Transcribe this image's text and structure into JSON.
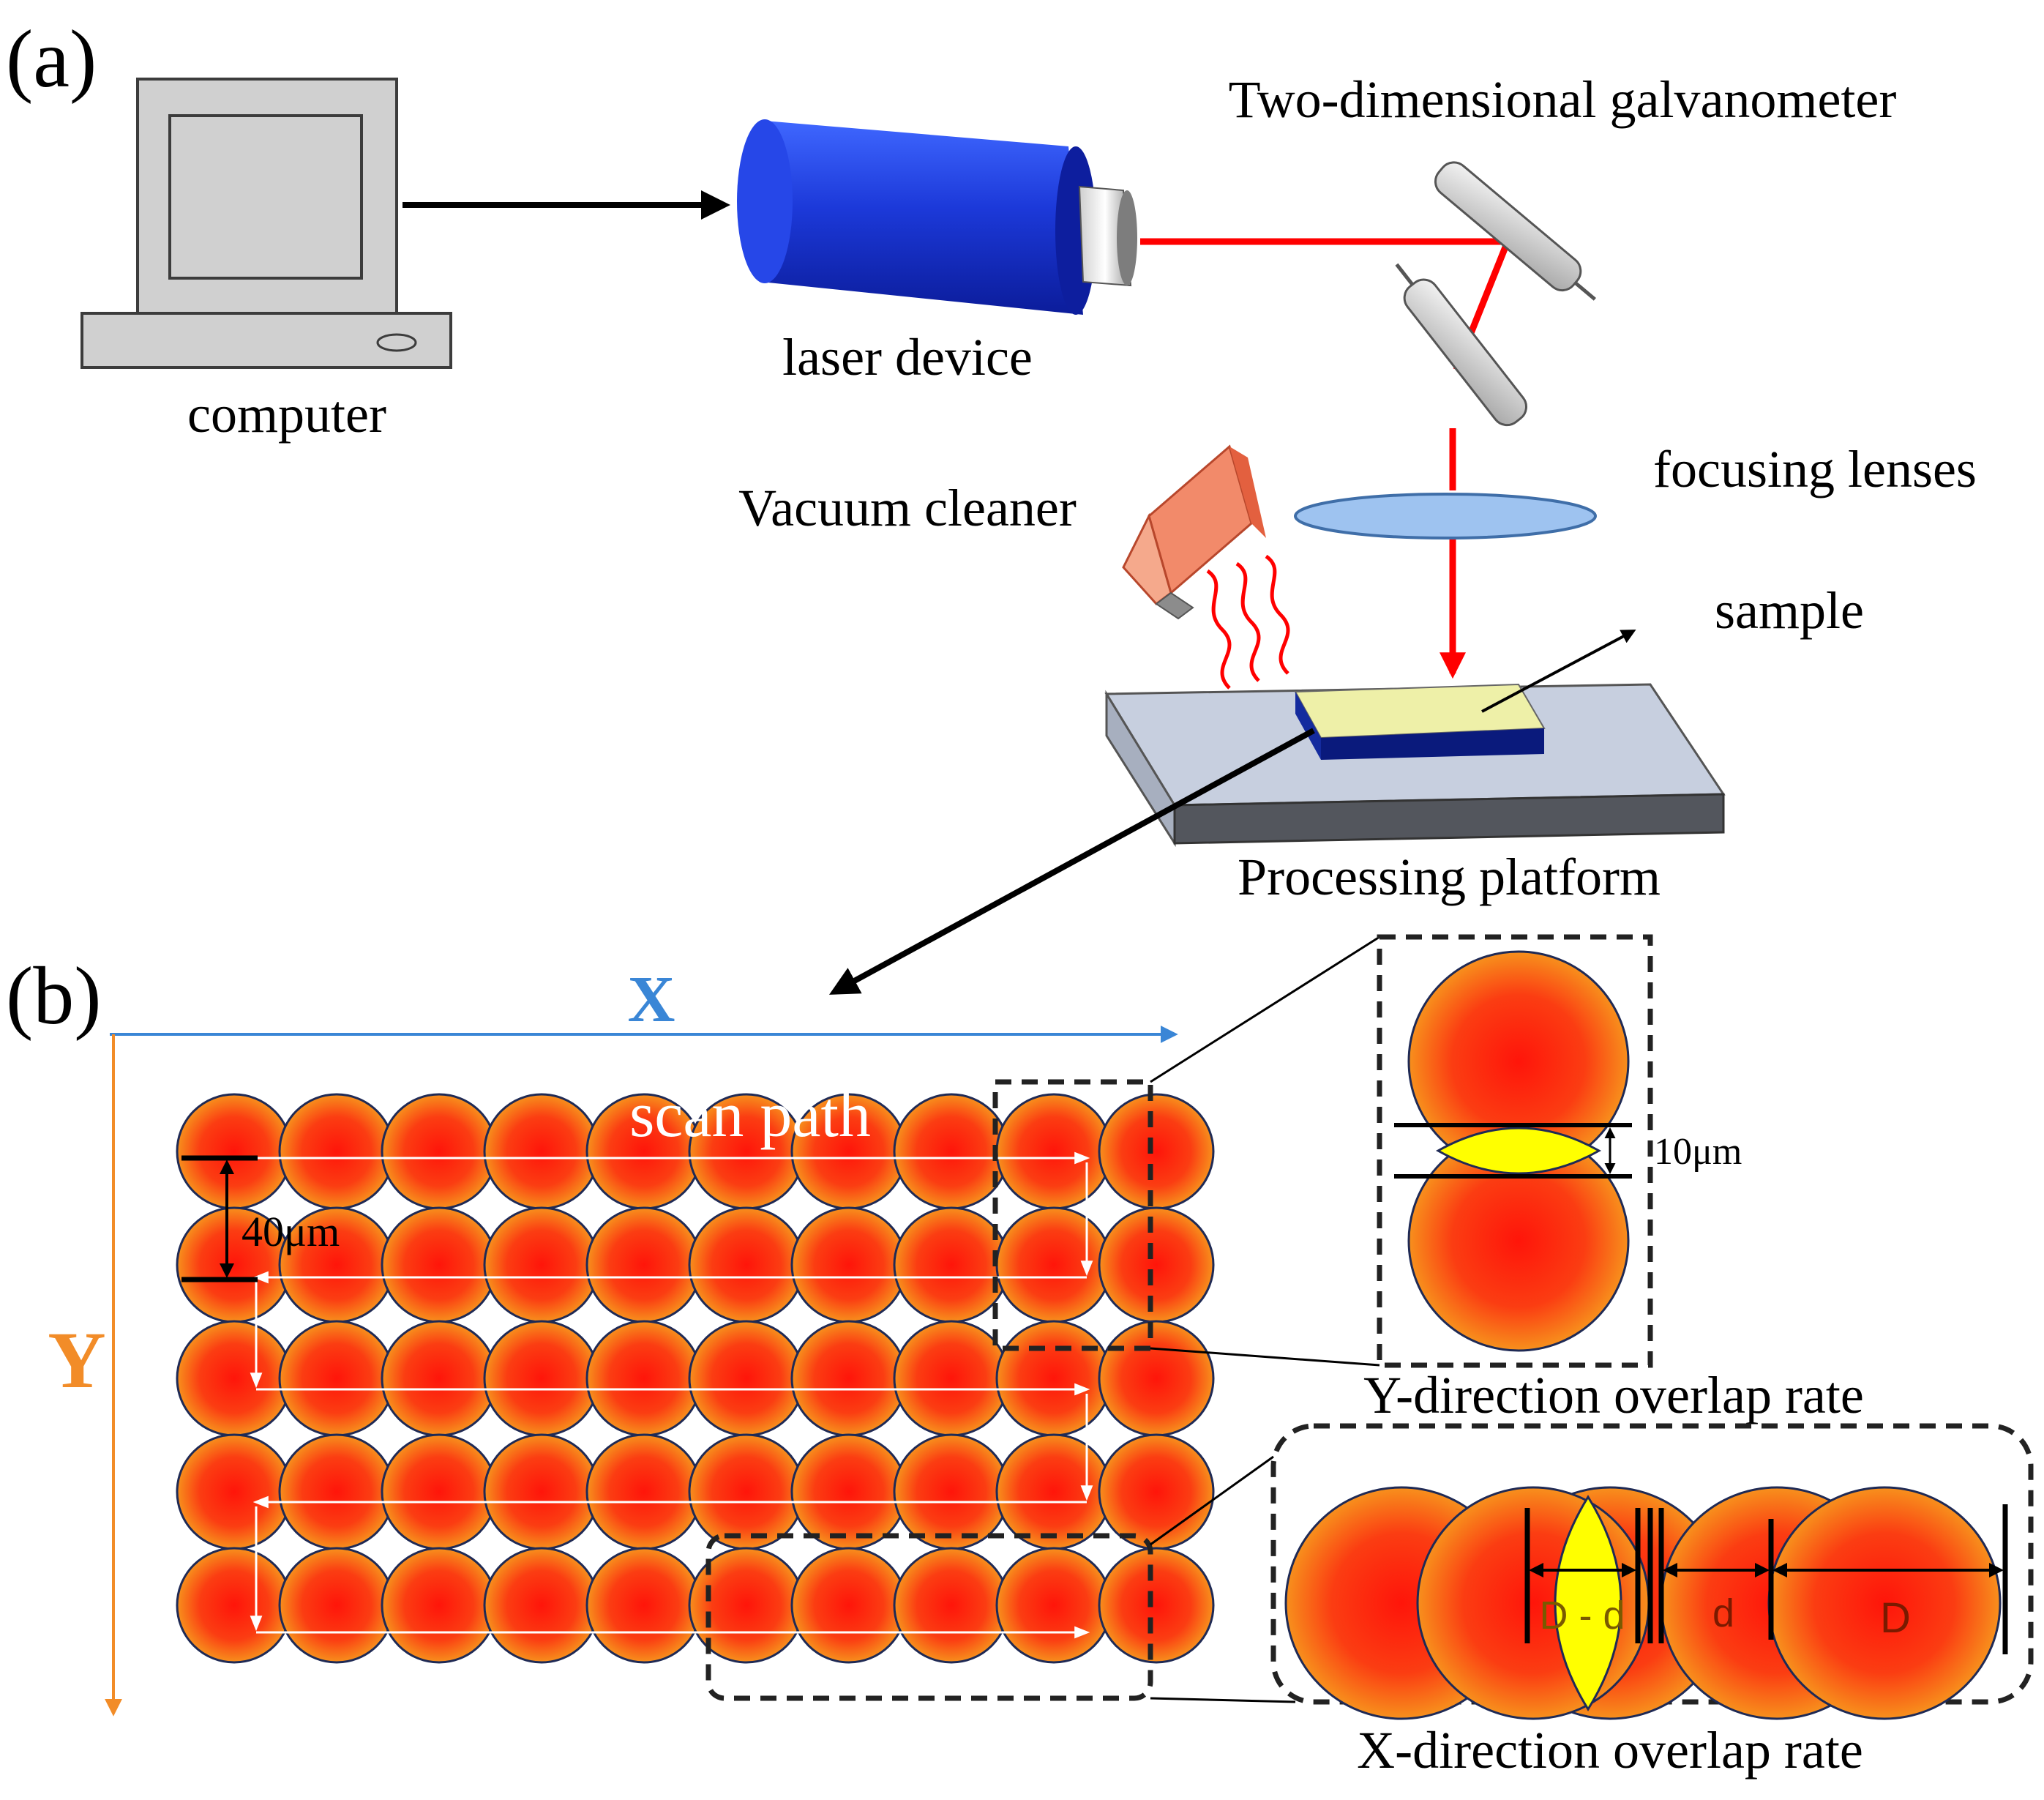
{
  "panel_a": {
    "label": "(a)",
    "computer": "computer",
    "laser": "laser device",
    "galvanometer": "Two-dimensional galvanometer",
    "lenses": "focusing lenses",
    "vacuum": "Vacuum cleaner",
    "sample": "sample",
    "platform": "Processing platform"
  },
  "panel_b": {
    "label": "(b)",
    "x_axis": "X",
    "y_axis": "Y",
    "scan_path": "scan path",
    "spacing": "40μm",
    "grid_rows": 5,
    "grid_cols": 10,
    "y_detail_gap": "10μm",
    "y_caption": "Y-direction overlap rate",
    "x_caption": "X-direction overlap rate",
    "label_overlap": "D - d",
    "label_d": "d",
    "label_D": "D"
  },
  "colors": {
    "laser_beam": "#ff0000",
    "spot_center": "#ff1a0a",
    "spot_edge": "#f5a623",
    "overlap_highlight": "#ffff00",
    "x_axis": "#3a86d6",
    "y_axis": "#f28c28",
    "laser_body": "#1a3fd6",
    "vacuum_head": "#f27e5e"
  }
}
